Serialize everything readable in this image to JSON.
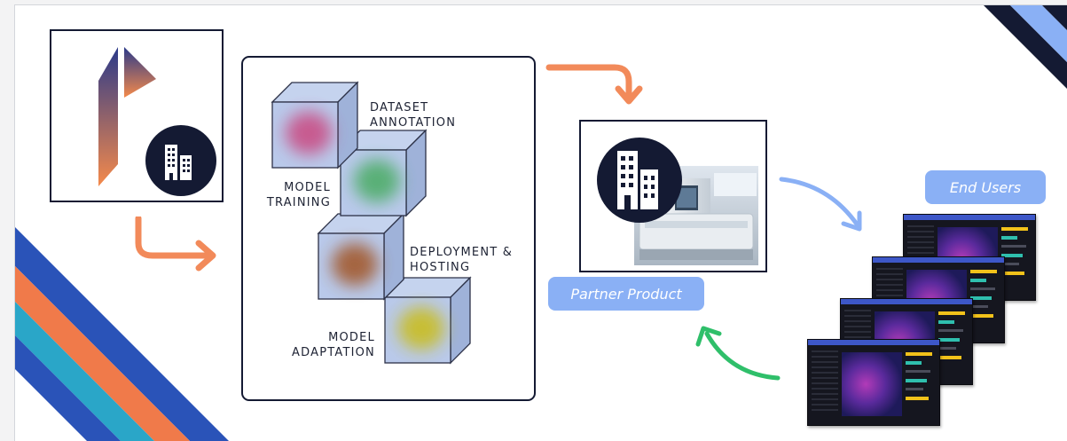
{
  "steps": [
    {
      "label": "DATASET\nANNOTATION",
      "color": "#c94f86"
    },
    {
      "label": "MODEL\nTRAINING",
      "color": "#4fad6a"
    },
    {
      "label": "DEPLOYMENT &\nHOSTING",
      "color": "#a35a2e"
    },
    {
      "label": "MODEL\nADAPTATION",
      "color": "#c9bd22"
    }
  ],
  "labels": {
    "partner_product": "Partner Product",
    "end_users": "End Users"
  },
  "icons": {
    "logo": "brand-logo-icon",
    "building": "building-icon",
    "scanner": "medical-scanner-photo"
  },
  "colors": {
    "navy": "#141a33",
    "orange_arrow": "#f28a5a",
    "blue_arrow": "#8ab0f5",
    "green_arrow": "#2fbf6a",
    "pill": "#8ab0f5",
    "stripe_blue": "#2a53b8",
    "stripe_orange": "#f07a4a",
    "stripe_teal": "#2aa6c8"
  }
}
